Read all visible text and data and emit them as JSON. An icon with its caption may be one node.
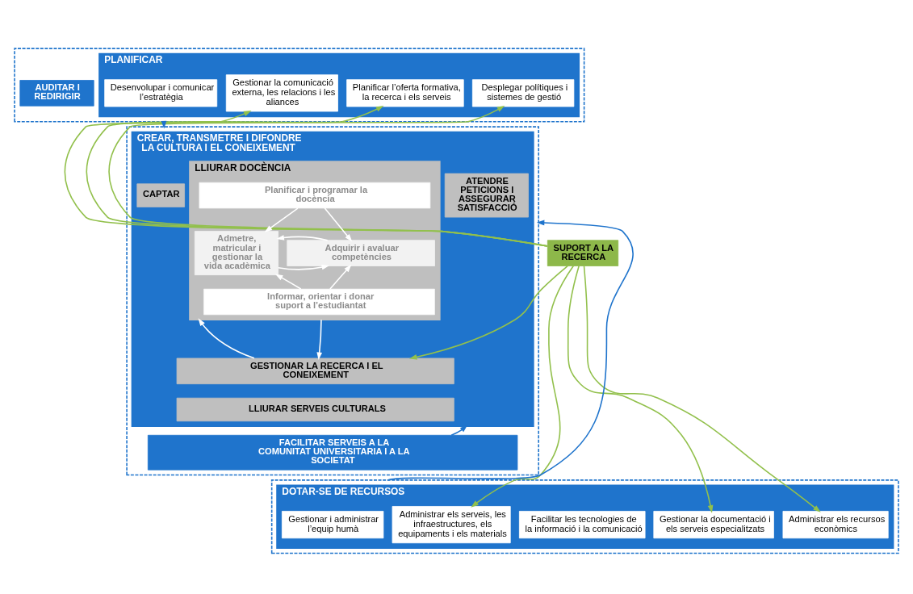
{
  "diagram": {
    "nodes": [
      {
        "text": [],
        "shape": "box"
      },
      {
        "text": [
          "PLANIFICAR"
        ],
        "in": 0
      },
      {
        "text": [
          "Desenvolupar i comunicar l’estratègia"
        ],
        "in": 1
      },
      {
        "text": [
          "Gestionar la comunicació externa, les relacions i les aliances"
        ],
        "in": 1
      },
      {
        "text": [
          "Planificar l’oferta formativa, la recerca i els serveis"
        ],
        "in": 1
      },
      {
        "text": [
          "Desplegar polítiques i sistemes de gestió"
        ],
        "in": 1
      },
      {
        "text": [
          "AUDITAR I REDIRIGIR"
        ],
        "in": 0
      },
      {
        "text": [
          "SUPORT A LA RECERCA"
        ]
      },
      {
        "text": [],
        "shape": "box"
      },
      {
        "text": [
          "CREAR, TRANSMETRE I DIFONDRE  LA CULTURA I EL CONEIXEMENT"
        ],
        "in": 8
      },
      {
        "text": [
          "CAPTAR"
        ],
        "in": 9
      },
      {
        "text": [
          "LLIURAR DOCÈNCIA"
        ],
        "in": 9
      },
      {
        "text": [
          "Planificar i programar la docència"
        ],
        "in": 11
      },
      {
        "text": [
          "Admetre, matricular i gestionar la vida acadèmica"
        ],
        "in": 11
      },
      {
        "text": [
          "Adquirir i avaluar competències"
        ],
        "in": 11
      },
      {
        "text": [
          "Informar, orientar i donar suport a l’estudiantat"
        ],
        "in": 11
      },
      {
        "text": [
          "GESTIONAR LA RECERCA I EL CONEIXEMENT"
        ],
        "in": 9
      },
      {
        "text": [
          "LLIURAR SERVEIS CULTURALS"
        ],
        "in": 9
      },
      {
        "text": [
          "ATENDRE PETICIONS I ASSEGURAR SATISFACCIÓ"
        ],
        "in": 9
      },
      {
        "text": [
          "FACILITAR SERVEIS A LA COMUNITAT UNIVERSITARIA I A LA SOCIETAT"
        ],
        "in": 8
      },
      {
        "text": [],
        "shape": "box"
      },
      {
        "text": [
          "DOTAR-SE DE RECURSOS"
        ],
        "in": 20
      },
      {
        "text": [
          "Gestionar i administrar l’equip humà"
        ],
        "in": 21
      },
      {
        "text": [
          "Administrar els serveis, les infraestructures, els equipaments i els materials"
        ],
        "in": 21
      },
      {
        "text": [
          "Facilitar les tecnologies de la informació i la comunicació"
        ],
        "in": 21
      },
      {
        "text": [
          "Gestionar la documentació i els serveis especialitzats"
        ],
        "in": 21
      },
      {
        "text": [
          "Administrar els recursos econòmics"
        ],
        "in": 21
      }
    ],
    "edges": [
      {
        "from": 7,
        "to": 3,
        "arrow": "to",
        "color": "#92c04c"
      },
      {
        "from": 7,
        "to": 4,
        "arrow": "to",
        "color": "#92c04c"
      },
      {
        "from": 7,
        "to": 5,
        "arrow": "to",
        "color": "#92c04c"
      },
      {
        "from": 0,
        "to": 8,
        "arrow": "to",
        "color": "#1f74cc"
      },
      {
        "from": 12,
        "to": 13,
        "arrow": "to"
      },
      {
        "from": 12,
        "to": 14,
        "arrow": "to"
      },
      {
        "from": 13,
        "to": 14,
        "arrow": "to"
      },
      {
        "from": 14,
        "to": 13,
        "arrow": "to"
      },
      {
        "from": 15,
        "to": 13,
        "arrow": "to"
      },
      {
        "from": 15,
        "to": 14,
        "arrow": "to"
      },
      {
        "from": 11,
        "to": 16,
        "arrow": "to"
      },
      {
        "from": 16,
        "to": 11,
        "arrow": "to"
      },
      {
        "from": 7,
        "to": 16,
        "arrow": "to",
        "color": "#92c04c"
      },
      {
        "from": 19,
        "to": 9,
        "arrow": "to",
        "color": "#1f74cc"
      },
      {
        "from": 20,
        "to": 8,
        "arrow": "to",
        "color": "#1f74cc"
      },
      {
        "from": 7,
        "to": 23,
        "arrow": "to",
        "color": "#92c04c"
      },
      {
        "from": 7,
        "to": 25,
        "arrow": "to",
        "color": "#92c04c"
      },
      {
        "from": 7,
        "to": 26,
        "arrow": "to",
        "color": "#92c04c"
      }
    ]
  }
}
